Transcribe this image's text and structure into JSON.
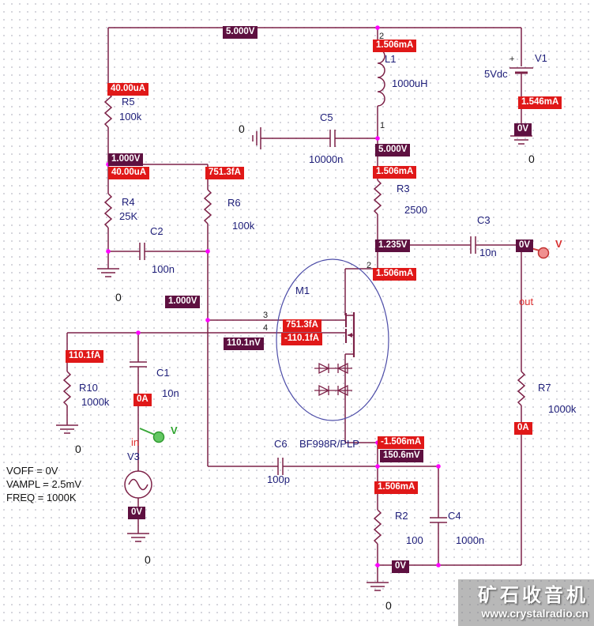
{
  "colors": {
    "wire": "#7d2248",
    "voltage_badge_bg": "#5e1040",
    "current_badge_bg": "#e01818",
    "part_label": "#1c1c78",
    "junction_dot": "#ff00ff",
    "probe_out": "#d83030",
    "probe_in": "#2da32d"
  },
  "voltages": {
    "top_rail": "5.000V",
    "node1": "5.000V",
    "bias": "1.000V",
    "gate1": "1.000V",
    "gate2": "110.1nV",
    "out_node": "0V",
    "v1_neg": "0V",
    "drain_node": "1.235V",
    "source_node": "150.6mV",
    "v3_neg": "0V",
    "r2_gnd": "0V"
  },
  "currents": {
    "l1": "1.506mA",
    "v1": "1.546mA",
    "r5": "40.00uA",
    "r4": "40.00uA",
    "r6": "751.3fA",
    "r3": "1.506mA",
    "drain": "1.506mA",
    "gate1": "751.3fA",
    "gate2": "-110.1fA",
    "r10": "110.1fA",
    "c1": "0A",
    "source": "-1.506mA",
    "r2": "1.506mA",
    "r7": "0A"
  },
  "parts": {
    "l1": {
      "ref": "L1",
      "value": "1000uH"
    },
    "v1": {
      "ref": "V1",
      "value": "5Vdc",
      "plus": "+"
    },
    "c5": {
      "ref": "C5",
      "value": "10000n"
    },
    "r5": {
      "ref": "R5",
      "value": "100k"
    },
    "r4": {
      "ref": "R4",
      "value": "25K"
    },
    "r6": {
      "ref": "R6",
      "value": "100k"
    },
    "c2": {
      "ref": "C2",
      "value": "100n"
    },
    "r3": {
      "ref": "R3",
      "value": "2500"
    },
    "c3": {
      "ref": "C3",
      "value": "10n"
    },
    "m1": {
      "ref": "M1",
      "model": "BF998R/PLP"
    },
    "c6": {
      "ref": "C6",
      "value": "100p"
    },
    "r2": {
      "ref": "R2",
      "value": "100"
    },
    "c4": {
      "ref": "C4",
      "value": "1000n"
    },
    "r7": {
      "ref": "R7",
      "value": "1000k"
    },
    "r10": {
      "ref": "R10",
      "value": "1000k"
    },
    "c1": {
      "ref": "C1",
      "value": "10n"
    },
    "v3": {
      "ref": "V3",
      "params": [
        "VOFF = 0V",
        "VAMPL = 2.5mV",
        "FREQ = 1000K"
      ]
    }
  },
  "pins": {
    "l1_top": "2",
    "l1_bot": "1",
    "m1_drain": "2",
    "m1_gate1": "3",
    "m1_gate2": "4"
  },
  "grounds": {
    "v1": "0",
    "c5": "0",
    "r4": "0",
    "r10": "0",
    "v3": "0",
    "r2": "0"
  },
  "nets": {
    "out": "out",
    "in": "in"
  },
  "probes": {
    "out_label": "V",
    "in_label": "V"
  },
  "watermark": {
    "title": "矿石收音机",
    "url": "www.crystalradio.cn"
  }
}
